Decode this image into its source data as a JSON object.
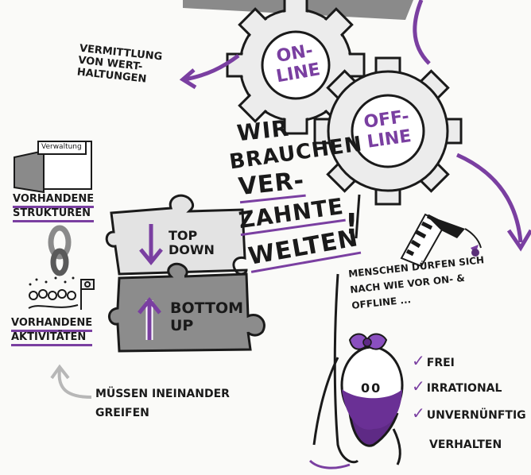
{
  "gears": {
    "online": "ON-\nLINE",
    "offline": "OFF-\nLINE"
  },
  "texts": {
    "vermittlung": [
      "VERMITTLUNG",
      "VON WERT-",
      "HALTUNGEN"
    ],
    "wir_brauchen": [
      "WIR",
      "BRAUCHEN",
      "VER-",
      "ZAHNTE",
      "WELTEN"
    ],
    "exclaim": "!",
    "verwaltung_sign": "Verwaltung",
    "strukturen": [
      "VORHANDENE",
      "STRUKTUREN"
    ],
    "aktivitaeten": [
      "VORHANDENE",
      "AKTIVITÄTEN"
    ],
    "top_down": [
      "TOP",
      "DOWN"
    ],
    "bottom_up": [
      "BOTTOM",
      "UP"
    ],
    "muessen": [
      "MÜSSEN INEINANDER",
      "GREIFEN"
    ],
    "menschen": [
      "MENSCHEN DÜRFEN SICH",
      "NACH WIE VOR ON- &",
      "OFFLINE ..."
    ],
    "checks": [
      "FREI",
      "IRRATIONAL",
      "UNVERNÜNFTIG"
    ],
    "verhalten": "VERHALTEN",
    "eyes": "00"
  },
  "colors": {
    "accent": "#7a3fa1",
    "gear": "#e9e9e9",
    "ink": "#1a1a1a",
    "puzzle_light": "#e6e6e6",
    "puzzle_dark": "#8c8c8c"
  }
}
